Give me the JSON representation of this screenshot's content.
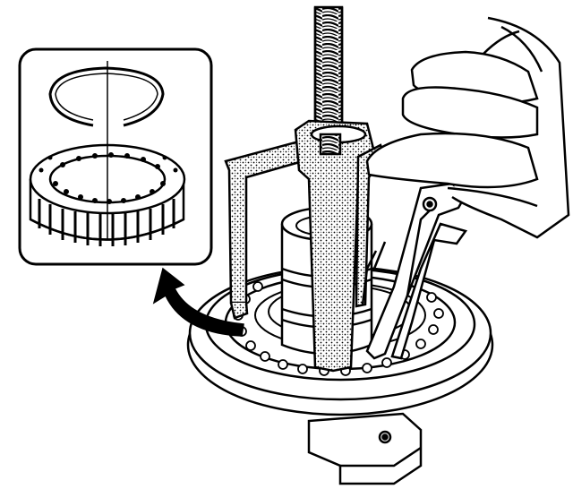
{
  "figure": {
    "components": [
      {
        "name": "snap-ring"
      },
      {
        "name": "roller-clutch"
      },
      {
        "name": "three-jaw-puller"
      },
      {
        "name": "forcing-screw"
      },
      {
        "name": "snap-ring-pliers"
      },
      {
        "name": "clutch-housing"
      },
      {
        "name": "removal-direction-arrow"
      },
      {
        "name": "hand"
      }
    ]
  }
}
